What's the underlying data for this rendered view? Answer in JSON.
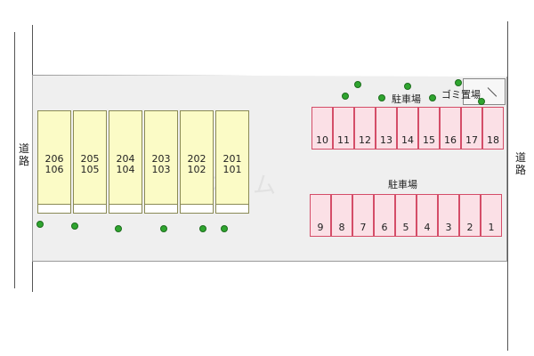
{
  "roads": {
    "left_label": "道路",
    "right_label": "道路"
  },
  "building": {
    "units": [
      {
        "upper": "206",
        "lower": "106"
      },
      {
        "upper": "205",
        "lower": "105"
      },
      {
        "upper": "204",
        "lower": "104"
      },
      {
        "upper": "203",
        "lower": "103"
      },
      {
        "upper": "202",
        "lower": "102"
      },
      {
        "upper": "201",
        "lower": "101"
      }
    ]
  },
  "parking": {
    "top_label": "駐車場",
    "bottom_label": "駐車場",
    "top_row": [
      "10",
      "11",
      "12",
      "13",
      "14",
      "15",
      "16",
      "17",
      "18"
    ],
    "bottom_row": [
      "9",
      "8",
      "7",
      "6",
      "5",
      "4",
      "3",
      "2",
      "1"
    ]
  },
  "garbage": {
    "label": "ゴミ置場"
  },
  "watermark": "スコム",
  "colors": {
    "building_fill": "#fbfbc6",
    "parking_fill": "#fbe0e6",
    "parking_border": "#d44d68",
    "tree": "#2fa52f",
    "lot": "#efefef"
  }
}
